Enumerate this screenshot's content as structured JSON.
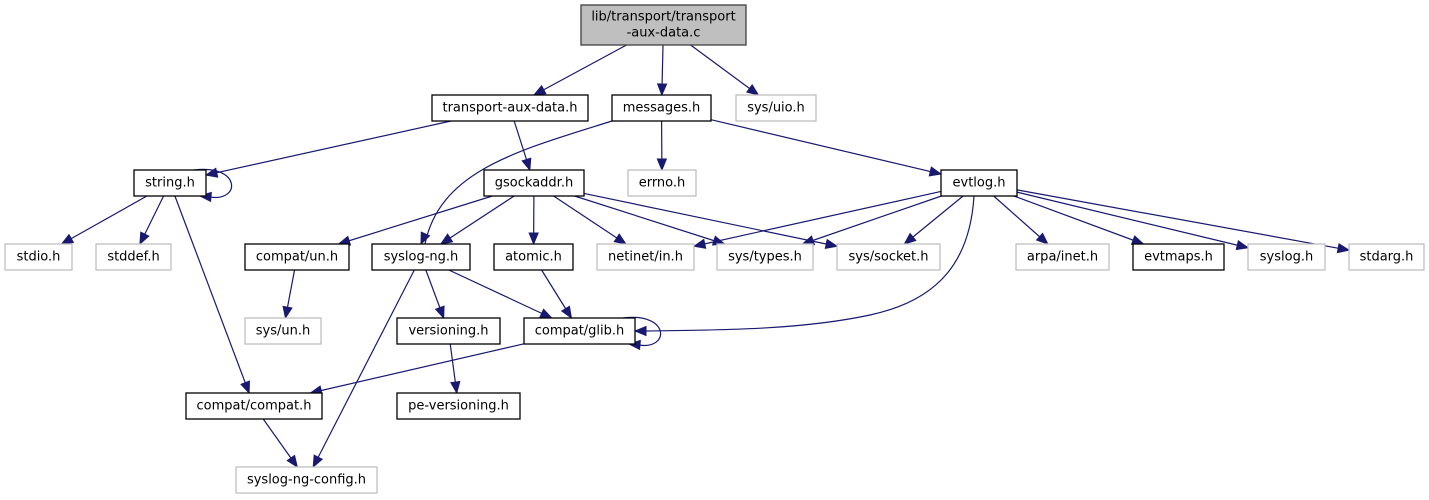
{
  "graph": {
    "title": "Include dependency graph for lib/transport/transport-aux-data.c",
    "edge_color": "#191970",
    "root_fill": "#bfbfbf",
    "nodes": [
      {
        "id": "root",
        "label": [
          "lib/transport/transport",
          "-aux-data.c"
        ],
        "kind": "root"
      },
      {
        "id": "transport_aux_data_h",
        "label": [
          "transport-aux-data.h"
        ],
        "kind": "doc"
      },
      {
        "id": "messages_h",
        "label": [
          "messages.h"
        ],
        "kind": "doc"
      },
      {
        "id": "sys_uio_h",
        "label": [
          "sys/uio.h"
        ],
        "kind": "ext"
      },
      {
        "id": "string_h",
        "label": [
          "string.h"
        ],
        "kind": "doc"
      },
      {
        "id": "gsockaddr_h",
        "label": [
          "gsockaddr.h"
        ],
        "kind": "doc"
      },
      {
        "id": "errno_h",
        "label": [
          "errno.h"
        ],
        "kind": "ext"
      },
      {
        "id": "evtlog_h",
        "label": [
          "evtlog.h"
        ],
        "kind": "doc"
      },
      {
        "id": "stdio_h",
        "label": [
          "stdio.h"
        ],
        "kind": "ext"
      },
      {
        "id": "stddef_h",
        "label": [
          "stddef.h"
        ],
        "kind": "ext"
      },
      {
        "id": "compat_un_h",
        "label": [
          "compat/un.h"
        ],
        "kind": "doc"
      },
      {
        "id": "syslog_ng_h",
        "label": [
          "syslog-ng.h"
        ],
        "kind": "doc"
      },
      {
        "id": "atomic_h",
        "label": [
          "atomic.h"
        ],
        "kind": "doc"
      },
      {
        "id": "netinet_in_h",
        "label": [
          "netinet/in.h"
        ],
        "kind": "ext"
      },
      {
        "id": "sys_types_h",
        "label": [
          "sys/types.h"
        ],
        "kind": "ext"
      },
      {
        "id": "sys_socket_h",
        "label": [
          "sys/socket.h"
        ],
        "kind": "ext"
      },
      {
        "id": "arpa_inet_h",
        "label": [
          "arpa/inet.h"
        ],
        "kind": "ext"
      },
      {
        "id": "evtmaps_h",
        "label": [
          "evtmaps.h"
        ],
        "kind": "doc"
      },
      {
        "id": "syslog_h",
        "label": [
          "syslog.h"
        ],
        "kind": "ext"
      },
      {
        "id": "stdarg_h",
        "label": [
          "stdarg.h"
        ],
        "kind": "ext"
      },
      {
        "id": "sys_un_h",
        "label": [
          "sys/un.h"
        ],
        "kind": "ext"
      },
      {
        "id": "versioning_h",
        "label": [
          "versioning.h"
        ],
        "kind": "doc"
      },
      {
        "id": "compat_glib_h",
        "label": [
          "compat/glib.h"
        ],
        "kind": "doc"
      },
      {
        "id": "compat_compat_h",
        "label": [
          "compat/compat.h"
        ],
        "kind": "doc"
      },
      {
        "id": "pe_versioning_h",
        "label": [
          "pe-versioning.h"
        ],
        "kind": "doc"
      },
      {
        "id": "syslog_ng_config_h",
        "label": [
          "syslog-ng-config.h"
        ],
        "kind": "ext"
      }
    ],
    "edges": [
      [
        "root",
        "transport_aux_data_h"
      ],
      [
        "root",
        "messages_h"
      ],
      [
        "root",
        "sys_uio_h"
      ],
      [
        "transport_aux_data_h",
        "string_h"
      ],
      [
        "transport_aux_data_h",
        "gsockaddr_h"
      ],
      [
        "messages_h",
        "syslog_ng_h"
      ],
      [
        "messages_h",
        "errno_h"
      ],
      [
        "messages_h",
        "evtlog_h"
      ],
      [
        "string_h",
        "string_h"
      ],
      [
        "string_h",
        "stdio_h"
      ],
      [
        "string_h",
        "stddef_h"
      ],
      [
        "string_h",
        "compat_compat_h"
      ],
      [
        "gsockaddr_h",
        "compat_un_h"
      ],
      [
        "gsockaddr_h",
        "syslog_ng_h"
      ],
      [
        "gsockaddr_h",
        "atomic_h"
      ],
      [
        "gsockaddr_h",
        "netinet_in_h"
      ],
      [
        "gsockaddr_h",
        "sys_types_h"
      ],
      [
        "gsockaddr_h",
        "sys_socket_h"
      ],
      [
        "evtlog_h",
        "netinet_in_h"
      ],
      [
        "evtlog_h",
        "sys_types_h"
      ],
      [
        "evtlog_h",
        "sys_socket_h"
      ],
      [
        "evtlog_h",
        "compat_glib_h"
      ],
      [
        "evtlog_h",
        "arpa_inet_h"
      ],
      [
        "evtlog_h",
        "evtmaps_h"
      ],
      [
        "evtlog_h",
        "syslog_h"
      ],
      [
        "evtlog_h",
        "stdarg_h"
      ],
      [
        "compat_un_h",
        "sys_un_h"
      ],
      [
        "syslog_ng_h",
        "versioning_h"
      ],
      [
        "syslog_ng_h",
        "compat_glib_h"
      ],
      [
        "syslog_ng_h",
        "syslog_ng_config_h"
      ],
      [
        "atomic_h",
        "compat_glib_h"
      ],
      [
        "compat_glib_h",
        "compat_glib_h"
      ],
      [
        "compat_glib_h",
        "compat_compat_h"
      ],
      [
        "versioning_h",
        "pe_versioning_h"
      ],
      [
        "compat_compat_h",
        "syslog_ng_config_h"
      ]
    ]
  }
}
